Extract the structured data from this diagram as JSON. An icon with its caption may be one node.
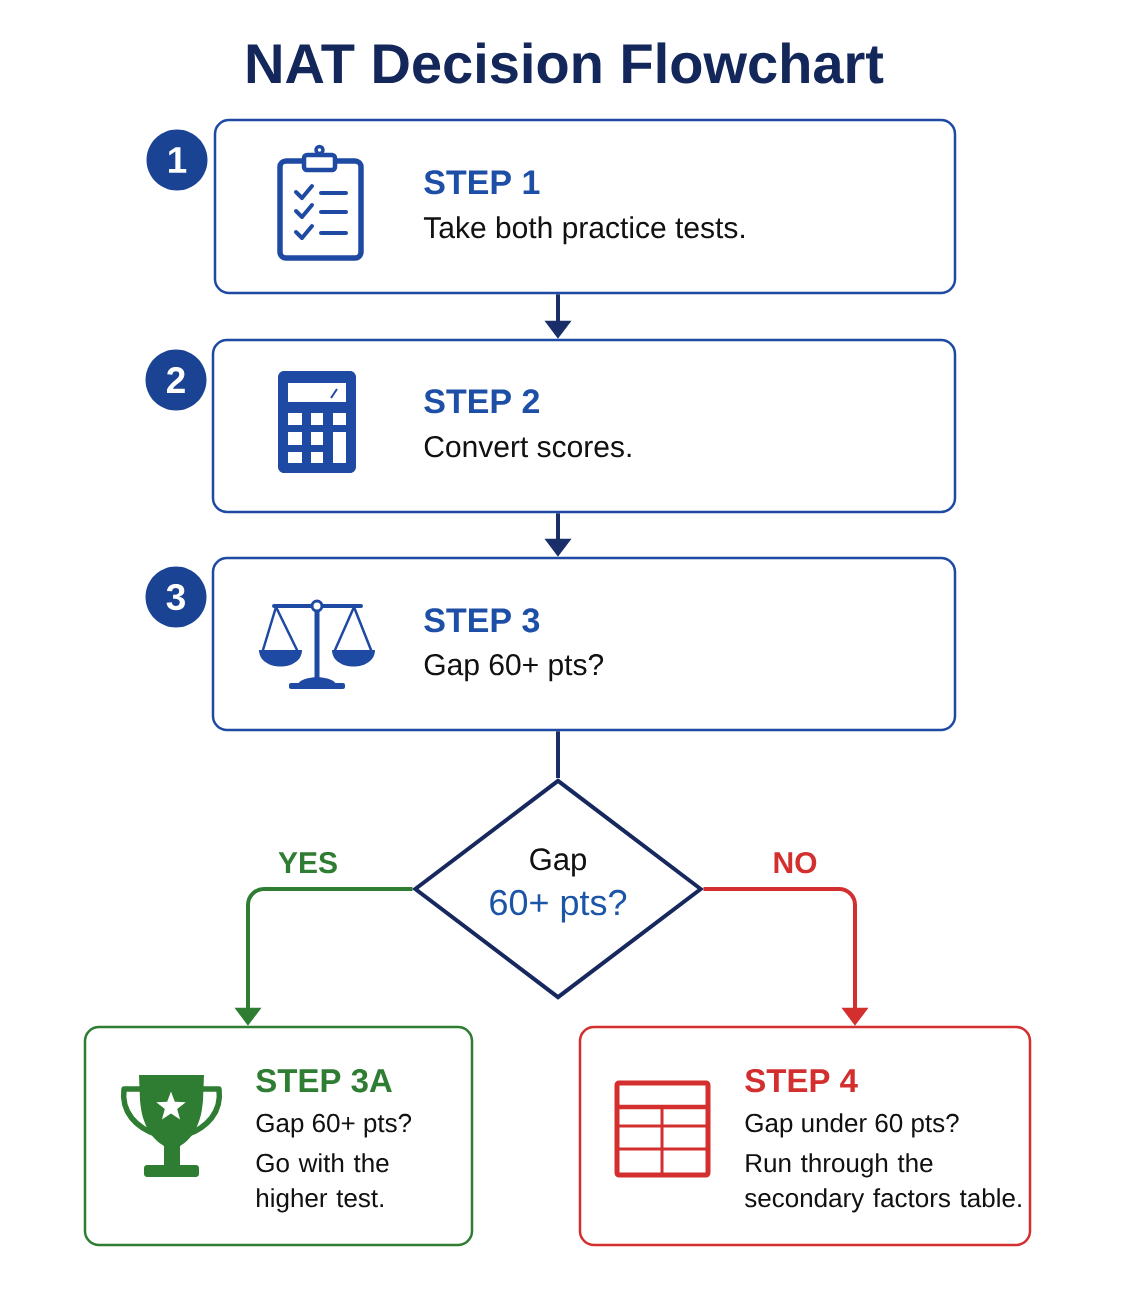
{
  "diagram": {
    "title": "NAT Decision Flowchart",
    "nodes": [
      {
        "text": [
          "1"
        ]
      },
      {
        "text": [
          "STEP 1",
          "Take both practice tests."
        ]
      },
      {
        "text": [
          "2"
        ]
      },
      {
        "text": [
          "STEP 2",
          "Convert scores."
        ]
      },
      {
        "text": [
          "3"
        ]
      },
      {
        "text": [
          "STEP 3",
          "Gap 60+ pts?"
        ]
      },
      {
        "text": [
          "Gap",
          "60+ pts?"
        ]
      },
      {
        "text": [
          "STEP 3A",
          "Gap 60+ pts?",
          "Go with the higher test."
        ]
      },
      {
        "text": [
          "STEP 4",
          "Gap under 60 pts?",
          "Run through the secondary factors table."
        ]
      }
    ],
    "edges": [
      {
        "from": 1,
        "to": 3,
        "arrow": "to"
      },
      {
        "from": 3,
        "to": 5,
        "arrow": "to"
      },
      {
        "from": 5,
        "to": 6,
        "arrow": "none"
      },
      {
        "from": 6,
        "to": 7,
        "arrow": "to",
        "label": "YES",
        "color": "#2e7d32"
      },
      {
        "from": 6,
        "to": 8,
        "arrow": "to",
        "label": "NO",
        "color": "#d32f2f"
      }
    ]
  }
}
